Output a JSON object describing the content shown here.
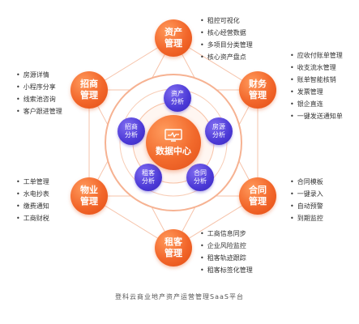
{
  "center": {
    "icon": "monitor-icon",
    "title": "数据中心"
  },
  "nodes": {
    "asset": {
      "line1": "资产",
      "line2": "管理"
    },
    "finance": {
      "line1": "财务",
      "line2": "管理"
    },
    "contract": {
      "line1": "合同",
      "line2": "管理"
    },
    "tenant": {
      "line1": "租客",
      "line2": "管理"
    },
    "property": {
      "line1": "物业",
      "line2": "管理"
    },
    "invest": {
      "line1": "招商",
      "line2": "管理"
    }
  },
  "analysis": {
    "asset": {
      "line1": "资产",
      "line2": "分析"
    },
    "housing": {
      "line1": "房源",
      "line2": "分析"
    },
    "contract": {
      "line1": "合同",
      "line2": "分析"
    },
    "tenant": {
      "line1": "租客",
      "line2": "分析"
    },
    "invest": {
      "line1": "招商",
      "line2": "分析"
    }
  },
  "lists": {
    "asset": [
      "租控可视化",
      "核心经营数据",
      "多项目分类管理",
      "核心资产盘点"
    ],
    "finance": [
      "应收付账单管理",
      "收支流水管理",
      "账单智能核销",
      "发票管理",
      "银企直连",
      "一键发送通知单"
    ],
    "contract": [
      "合同模板",
      "一键录入",
      "自动预警",
      "到期监控"
    ],
    "tenant": [
      "工商信息同步",
      "企业风险监控",
      "租客轨迹跟踪",
      "租客标签化管理"
    ],
    "property": [
      "工单管理",
      "水电抄表",
      "缴费通知",
      "工商财税"
    ],
    "invest": [
      "房源详情",
      "小程序分享",
      "线索池咨询",
      "客户跟进管理"
    ]
  },
  "caption": "登科云商业地产资产运营管理SaaS平台",
  "colors": {
    "orange": "#f2662a",
    "purple": "#4b39d6",
    "line": "#f4b79a"
  }
}
